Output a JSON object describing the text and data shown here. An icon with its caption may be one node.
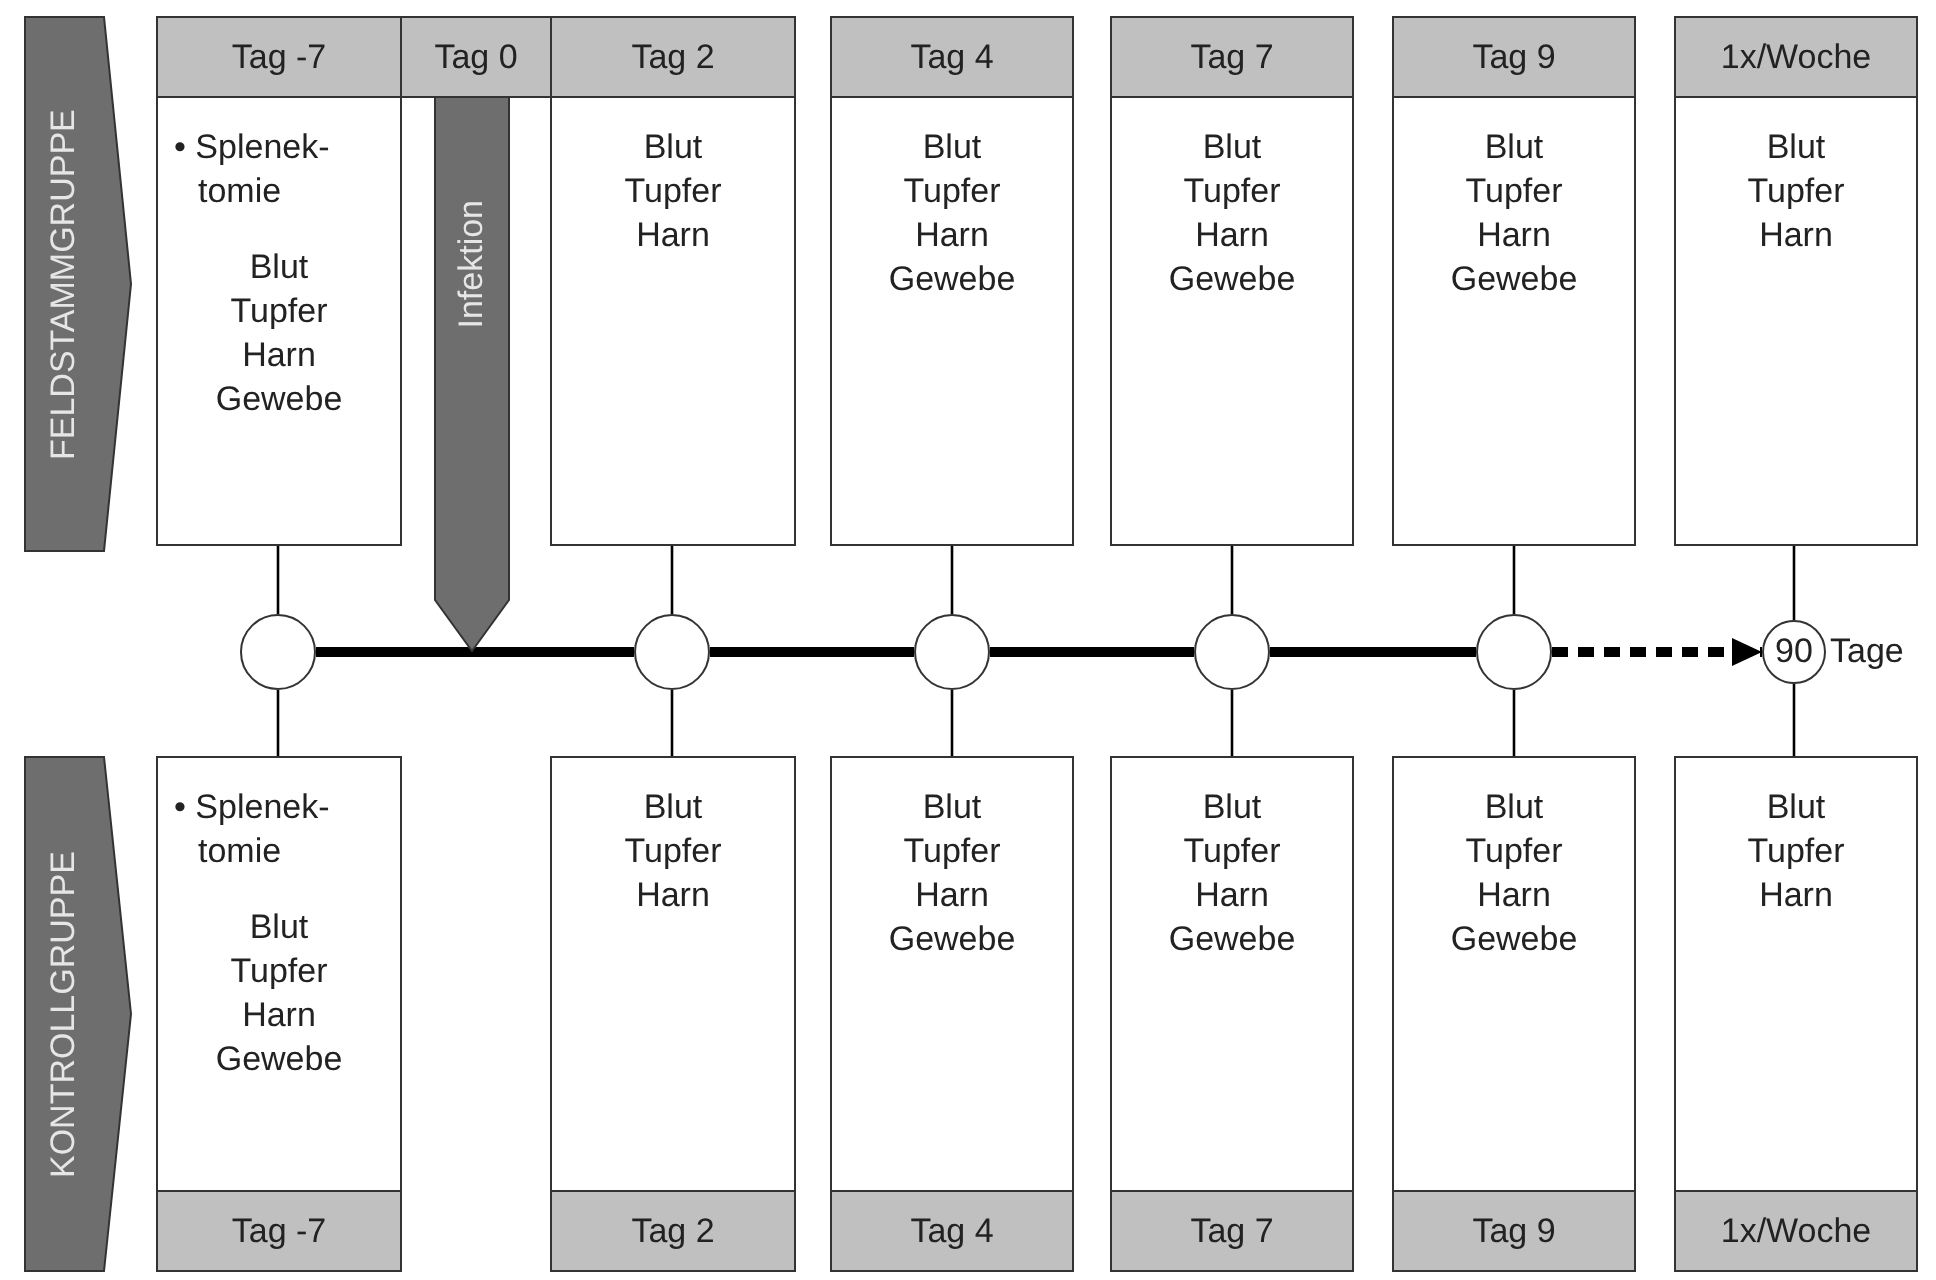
{
  "diagram": {
    "nodes": [
      {
        "text": [
          "FELDSTAMMGRUPPE"
        ]
      },
      {
        "text": [
          "Tag -7",
          "• Splenek- tomie",
          "Blut Tupfer Harn Gewebe"
        ]
      },
      {
        "text": [
          "Tag 0"
        ]
      },
      {
        "text": [
          "Infektion"
        ]
      },
      {
        "text": [
          "Tag 2",
          "Blut Tupfer Harn"
        ]
      },
      {
        "text": [
          "Tag 4",
          "Blut Tupfer Harn Gewebe"
        ]
      },
      {
        "text": [
          "Tag 7",
          "Blut Tupfer Harn Gewebe"
        ]
      },
      {
        "text": [
          "Tag 9",
          "Blut Tupfer Harn Gewebe"
        ]
      },
      {
        "text": [
          "1x/Woche",
          "Blut Tupfer Harn"
        ]
      },
      {
        "text": [],
        "shape": "circle"
      },
      {
        "text": [],
        "shape": "circle"
      },
      {
        "text": [],
        "shape": "circle"
      },
      {
        "text": [],
        "shape": "circle"
      },
      {
        "text": [],
        "shape": "circle"
      },
      {
        "text": [
          "90"
        ],
        "beside": [
          "Tage"
        ]
      },
      {
        "text": [
          "KONTROLLGRUPPE"
        ]
      },
      {
        "text": [
          "• Splenek- tomie",
          "Blut Tupfer Harn Gewebe",
          "Tag -7"
        ]
      },
      {
        "text": [
          "Blut Tupfer Harn",
          "Tag 2"
        ]
      },
      {
        "text": [
          "Blut Tupfer Harn Gewebe",
          "Tag 4"
        ]
      },
      {
        "text": [
          "Blut Tupfer Harn Gewebe",
          "Tag 7"
        ]
      },
      {
        "text": [
          "Blut Tupfer Harn Gewebe",
          "Tag 9"
        ]
      },
      {
        "text": [
          "Blut Tupfer Harn",
          "1x/Woche"
        ]
      }
    ],
    "edges": [
      {
        "from": 1,
        "to": 9,
        "arrow": "none"
      },
      {
        "from": 4,
        "to": 10,
        "arrow": "none"
      },
      {
        "from": 5,
        "to": 11,
        "arrow": "none"
      },
      {
        "from": 6,
        "to": 12,
        "arrow": "none"
      },
      {
        "from": 7,
        "to": 13,
        "arrow": "none"
      },
      {
        "from": 8,
        "to": 14,
        "arrow": "none"
      },
      {
        "from": 9,
        "to": 10,
        "arrow": "none",
        "style": "thick"
      },
      {
        "from": 10,
        "to": 11,
        "arrow": "none",
        "style": "thick"
      },
      {
        "from": 11,
        "to": 12,
        "arrow": "none",
        "style": "thick"
      },
      {
        "from": 12,
        "to": 13,
        "arrow": "none",
        "style": "thick"
      },
      {
        "from": 13,
        "to": 14,
        "arrow": "to",
        "style": "dashed"
      },
      {
        "from": 9,
        "to": 16,
        "arrow": "none"
      },
      {
        "from": 10,
        "to": 17,
        "arrow": "none"
      },
      {
        "from": 11,
        "to": 18,
        "arrow": "none"
      },
      {
        "from": 12,
        "to": 19,
        "arrow": "none"
      },
      {
        "from": 13,
        "to": 20,
        "arrow": "none"
      },
      {
        "from": 14,
        "to": 21,
        "arrow": "none"
      }
    ]
  }
}
